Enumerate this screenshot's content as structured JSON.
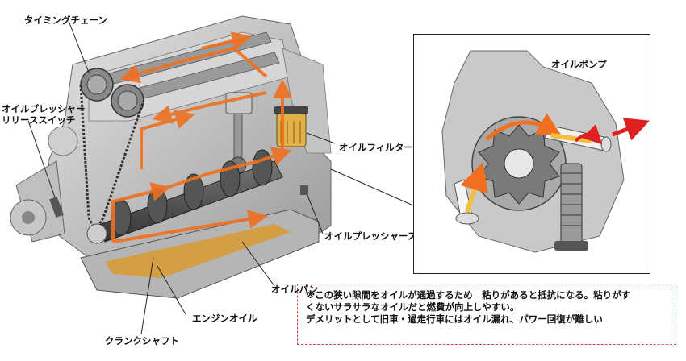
{
  "labels": {
    "timing_chain": "タイミングチェーン",
    "relief_switch_line1": "オイルプレッシャー",
    "relief_switch_line2": "リリーススイッチ",
    "oil_filter": "オイルフィルター",
    "pressure_switch": "オイルプレッシャースイッチ",
    "oil_pan": "オイルパン",
    "engine_oil": "エンジンオイル",
    "crankshaft": "クランクシャフト",
    "oil_pump": "オイルポンプ"
  },
  "note": {
    "line1": "※この狭い隙間をオイルが通過するため　粘りがあると抵抗になる。粘りがす",
    "line2": "くないサラサラなオイルだと燃費が向上しやすい。",
    "line3": "デメリットとして旧車・過走行車にはオイル漏れ、パワー回復が難しい"
  },
  "colors": {
    "flow_arrow": "#f07020",
    "flow_arrow_light": "#ffe060",
    "engine_gray": "#b8b8b8",
    "note_border": "#dd4444",
    "oil": "#d89a30"
  }
}
